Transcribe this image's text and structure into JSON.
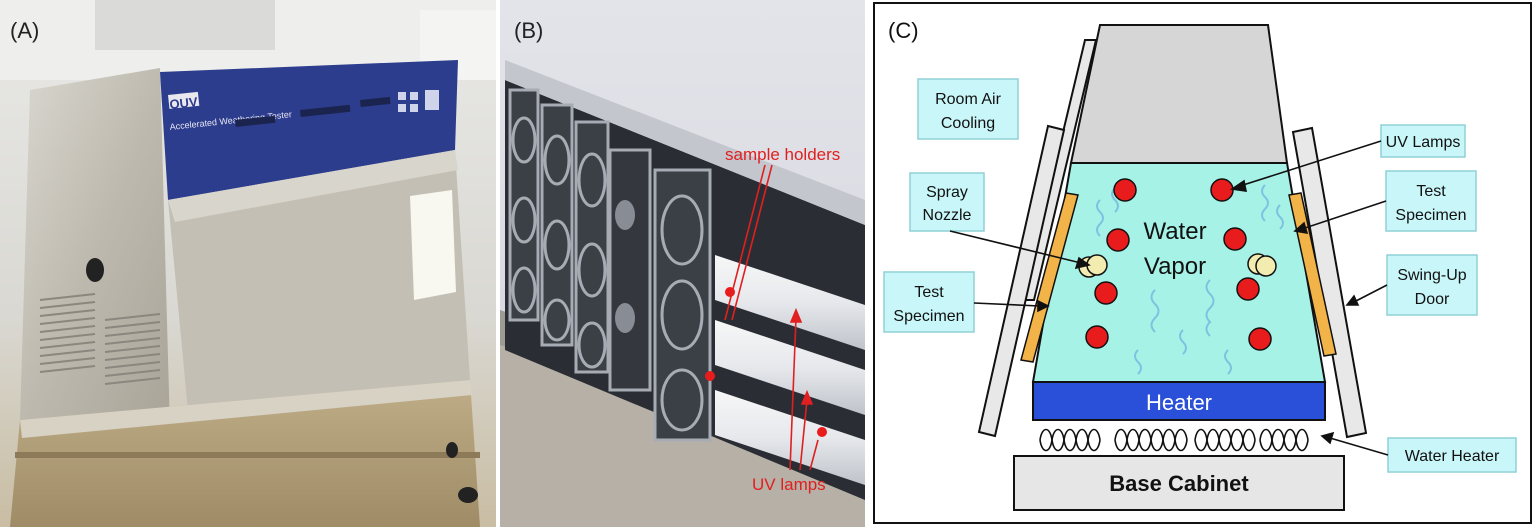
{
  "panels": {
    "a": {
      "label": "(A)",
      "brand": "QUV",
      "subtitle": "Accelerated Weathering Tester"
    },
    "b": {
      "label": "(B)",
      "sample_holders": "sample holders",
      "uv_lamps": "UV lamps"
    },
    "c": {
      "label": "(C)",
      "room_air_cooling": [
        "Room Air",
        "Cooling"
      ],
      "uv_lamps": "UV Lamps",
      "spray_nozzle": [
        "Spray",
        "Nozzle"
      ],
      "test_specimen_right": [
        "Test",
        "Specimen"
      ],
      "test_specimen_left": [
        "Test",
        "Specimen"
      ],
      "swing_up_door": [
        "Swing-Up",
        "Door"
      ],
      "water_vapor": [
        "Water",
        "Vapor"
      ],
      "heater": "Heater",
      "water_heater": "Water Heater",
      "base_cabinet": "Base Cabinet"
    }
  },
  "colors": {
    "chamber": "#a6f2e6",
    "label_box": "#c9f6f8",
    "heater": "#2a4fd8",
    "specimen": "#f2b348",
    "lamp": "#e81c1c",
    "nozzle": "#f3ecb0",
    "panel_blue": "#2d3d8e"
  }
}
